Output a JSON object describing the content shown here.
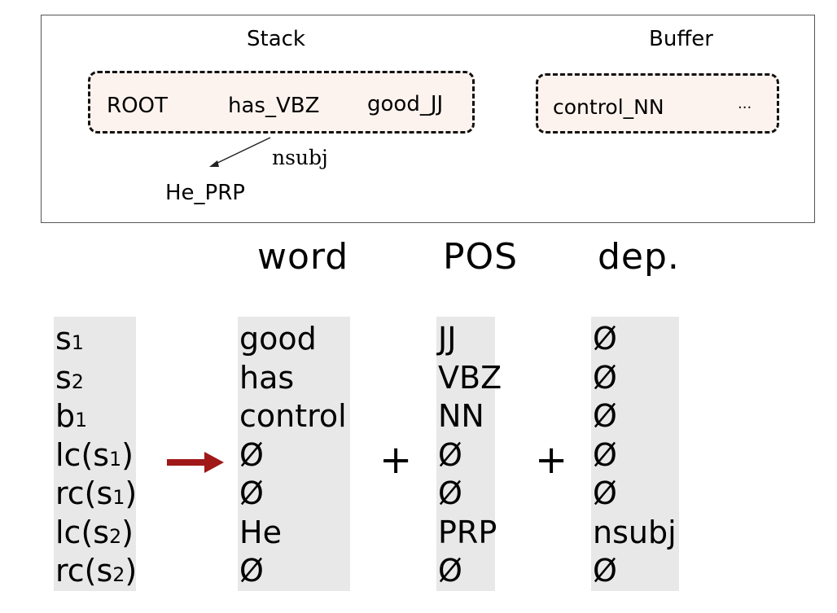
{
  "diagram": {
    "stack": {
      "title": "Stack",
      "tokens": [
        "ROOT",
        "has_VBZ",
        "good_JJ"
      ]
    },
    "buffer": {
      "title": "Buffer",
      "tokens": [
        "control_NN",
        "..."
      ]
    },
    "arc": {
      "label": "nsubj",
      "dependent": "He_PRP"
    }
  },
  "table": {
    "headers": {
      "word": "word",
      "pos": "POS",
      "dep": "dep."
    },
    "row_labels": [
      {
        "base": "s",
        "sub": "1",
        "pre": "",
        "post": ""
      },
      {
        "base": "s",
        "sub": "2",
        "pre": "",
        "post": ""
      },
      {
        "base": "b",
        "sub": "1",
        "pre": "",
        "post": ""
      },
      {
        "base": "s",
        "sub": "1",
        "pre": "lc(",
        "post": ")"
      },
      {
        "base": "s",
        "sub": "1",
        "pre": "rc(",
        "post": ")"
      },
      {
        "base": "s",
        "sub": "2",
        "pre": "lc(",
        "post": ")"
      },
      {
        "base": "s",
        "sub": "2",
        "pre": "rc(",
        "post": ")"
      }
    ],
    "words": [
      "good",
      "has",
      "control",
      "Ø",
      "Ø",
      "He",
      "Ø"
    ],
    "pos": [
      "JJ",
      "VBZ",
      "NN",
      "Ø",
      "Ø",
      "PRP",
      "Ø"
    ],
    "deps": [
      "Ø",
      "Ø",
      "Ø",
      "Ø",
      "Ø",
      "nsubj",
      "Ø"
    ],
    "plus_1": "+",
    "plus_2": "+",
    "arrow_color": "#a01818"
  }
}
